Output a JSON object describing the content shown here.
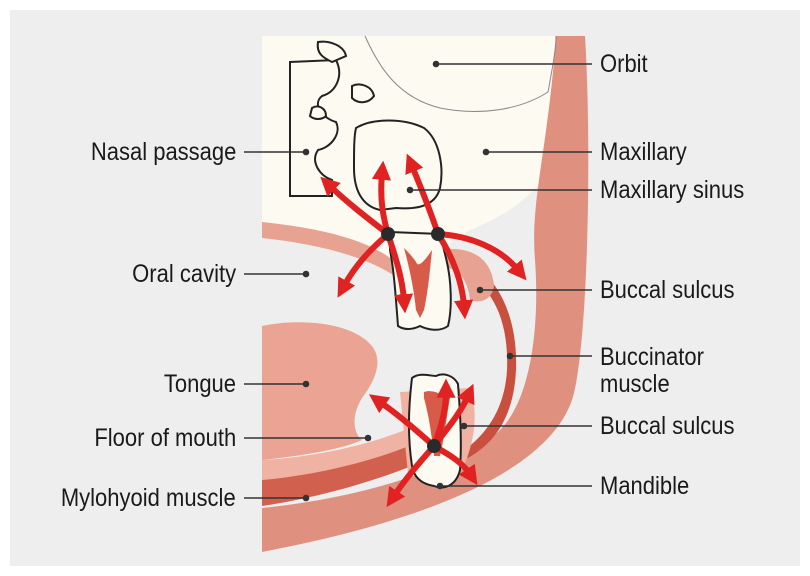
{
  "colors": {
    "panel": "#eeeeee",
    "bone": "#fcfaf1",
    "gum": "#e0907f",
    "gum_light": "#f0b2a2",
    "muscle": "#d2604f",
    "tongue": "#eba393",
    "arrow": "#e02222",
    "outline": "#222222",
    "leader": "#333333"
  },
  "labels": {
    "orbit": "Orbit",
    "maxillary": "Maxillary",
    "maxillary_sinus": "Maxillary sinus",
    "buccal_sulcus_upper": "Buccal sulcus",
    "buccinator_muscle": "Buccinator\nmuscle",
    "buccal_sulcus_lower": "Buccal sulcus",
    "mandible": "Mandible",
    "nasal_passage": "Nasal passage",
    "oral_cavity": "Oral cavity",
    "tongue": "Tongue",
    "floor_of_mouth": "Floor of mouth",
    "mylohyoid_muscle": "Mylohyoid muscle"
  }
}
